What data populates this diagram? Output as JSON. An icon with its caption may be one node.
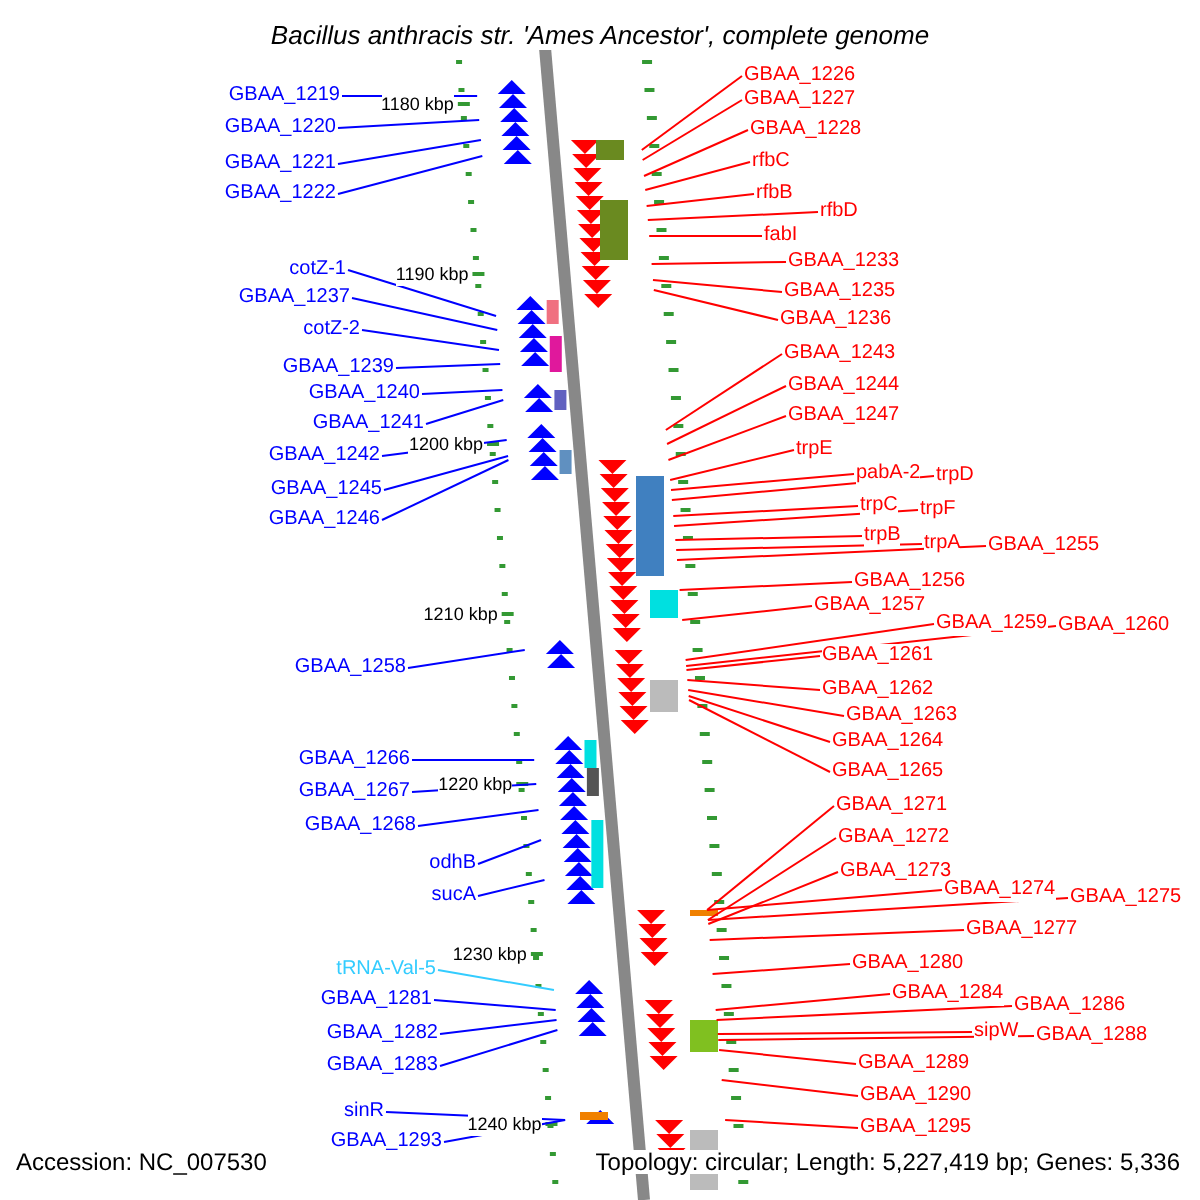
{
  "diagram": {
    "title": "Bacillus anthracis str. 'Ames Ancestor', complete genome",
    "nodes": [
      {
        "text": [
          "GBAA_1219"
        ]
      },
      {
        "text": [
          "GBAA_1220"
        ]
      },
      {
        "text": [
          "GBAA_1221"
        ]
      },
      {
        "text": [
          "GBAA_1222"
        ]
      },
      {
        "text": [
          "cotZ-1"
        ]
      },
      {
        "text": [
          "GBAA_1237"
        ]
      },
      {
        "text": [
          "cotZ-2"
        ]
      },
      {
        "text": [
          "GBAA_1239"
        ]
      },
      {
        "text": [
          "GBAA_1240"
        ]
      },
      {
        "text": [
          "GBAA_1241"
        ]
      },
      {
        "text": [
          "GBAA_1242"
        ]
      },
      {
        "text": [
          "GBAA_1245"
        ]
      },
      {
        "text": [
          "GBAA_1246"
        ]
      },
      {
        "text": [
          "GBAA_1258"
        ]
      },
      {
        "text": [
          "GBAA_1266"
        ]
      },
      {
        "text": [
          "GBAA_1267"
        ]
      },
      {
        "text": [
          "GBAA_1268"
        ]
      },
      {
        "text": [
          "odhB"
        ]
      },
      {
        "text": [
          "sucA"
        ]
      },
      {
        "text": [
          "tRNA-Val-5"
        ]
      },
      {
        "text": [
          "GBAA_1281"
        ]
      },
      {
        "text": [
          "GBAA_1282"
        ]
      },
      {
        "text": [
          "GBAA_1283"
        ]
      },
      {
        "text": [
          "sinR"
        ]
      },
      {
        "text": [
          "GBAA_1293"
        ]
      },
      {
        "text": [
          "GBAA_1226"
        ]
      },
      {
        "text": [
          "GBAA_1227"
        ]
      },
      {
        "text": [
          "GBAA_1228"
        ]
      },
      {
        "text": [
          "rfbC"
        ]
      },
      {
        "text": [
          "rfbB"
        ]
      },
      {
        "text": [
          "rfbD"
        ]
      },
      {
        "text": [
          "fabI"
        ]
      },
      {
        "text": [
          "GBAA_1233"
        ]
      },
      {
        "text": [
          "GBAA_1235"
        ]
      },
      {
        "text": [
          "GBAA_1236"
        ]
      },
      {
        "text": [
          "GBAA_1243"
        ]
      },
      {
        "text": [
          "GBAA_1244"
        ]
      },
      {
        "text": [
          "GBAA_1247"
        ]
      },
      {
        "text": [
          "trpE"
        ]
      },
      {
        "text": [
          "pabA-2"
        ]
      },
      {
        "text": [
          "trpD"
        ]
      },
      {
        "text": [
          "trpC"
        ]
      },
      {
        "text": [
          "trpF"
        ]
      },
      {
        "text": [
          "trpB"
        ]
      },
      {
        "text": [
          "trpA"
        ]
      },
      {
        "text": [
          "GBAA_1255"
        ]
      },
      {
        "text": [
          "GBAA_1256"
        ]
      },
      {
        "text": [
          "GBAA_1257"
        ]
      },
      {
        "text": [
          "GBAA_1259"
        ]
      },
      {
        "text": [
          "GBAA_1260"
        ]
      },
      {
        "text": [
          "GBAA_1261"
        ]
      },
      {
        "text": [
          "GBAA_1262"
        ]
      },
      {
        "text": [
          "GBAA_1263"
        ]
      },
      {
        "text": [
          "GBAA_1264"
        ]
      },
      {
        "text": [
          "GBAA_1265"
        ]
      },
      {
        "text": [
          "GBAA_1271"
        ]
      },
      {
        "text": [
          "GBAA_1272"
        ]
      },
      {
        "text": [
          "GBAA_1273"
        ]
      },
      {
        "text": [
          "GBAA_1274"
        ]
      },
      {
        "text": [
          "GBAA_1275"
        ]
      },
      {
        "text": [
          "GBAA_1277"
        ]
      },
      {
        "text": [
          "GBAA_1280"
        ]
      },
      {
        "text": [
          "GBAA_1284"
        ]
      },
      {
        "text": [
          "GBAA_1286"
        ]
      },
      {
        "text": [
          "sipW"
        ]
      },
      {
        "text": [
          "GBAA_1288"
        ]
      },
      {
        "text": [
          "GBAA_1289"
        ]
      },
      {
        "text": [
          "GBAA_1290"
        ]
      },
      {
        "text": [
          "GBAA_1295"
        ]
      }
    ],
    "edges": [
      {
        "from": 0,
        "to": null,
        "arrow": "none",
        "color": "#0000ff"
      },
      {
        "from": 1,
        "to": null,
        "arrow": "none",
        "color": "#0000ff"
      },
      {
        "from": 2,
        "to": null,
        "arrow": "none",
        "color": "#0000ff"
      },
      {
        "from": 3,
        "to": null,
        "arrow": "none",
        "color": "#0000ff"
      },
      {
        "from": 4,
        "to": null,
        "arrow": "none",
        "color": "#0000ff"
      },
      {
        "from": 5,
        "to": null,
        "arrow": "none",
        "color": "#0000ff"
      },
      {
        "from": 6,
        "to": null,
        "arrow": "none",
        "color": "#0000ff"
      },
      {
        "from": 7,
        "to": null,
        "arrow": "none",
        "color": "#0000ff"
      },
      {
        "from": 8,
        "to": null,
        "arrow": "none",
        "color": "#0000ff"
      },
      {
        "from": 9,
        "to": null,
        "arrow": "none",
        "color": "#0000ff"
      },
      {
        "from": 10,
        "to": null,
        "arrow": "none",
        "color": "#0000ff"
      },
      {
        "from": 11,
        "to": null,
        "arrow": "none",
        "color": "#0000ff"
      },
      {
        "from": 12,
        "to": null,
        "arrow": "none",
        "color": "#0000ff"
      },
      {
        "from": 13,
        "to": null,
        "arrow": "none",
        "color": "#0000ff"
      },
      {
        "from": 14,
        "to": null,
        "arrow": "none",
        "color": "#0000ff"
      },
      {
        "from": 15,
        "to": null,
        "arrow": "none",
        "color": "#0000ff"
      },
      {
        "from": 16,
        "to": null,
        "arrow": "none",
        "color": "#0000ff"
      },
      {
        "from": 17,
        "to": null,
        "arrow": "none",
        "color": "#0000ff"
      },
      {
        "from": 18,
        "to": null,
        "arrow": "none",
        "color": "#0000ff"
      },
      {
        "from": 19,
        "to": null,
        "arrow": "none",
        "color": "#33ccff"
      },
      {
        "from": 20,
        "to": null,
        "arrow": "none",
        "color": "#0000ff"
      },
      {
        "from": 21,
        "to": null,
        "arrow": "none",
        "color": "#0000ff"
      },
      {
        "from": 22,
        "to": null,
        "arrow": "none",
        "color": "#0000ff"
      },
      {
        "from": 23,
        "to": null,
        "arrow": "none",
        "color": "#0000ff"
      },
      {
        "from": 24,
        "to": null,
        "arrow": "none",
        "color": "#0000ff"
      },
      {
        "from": 25,
        "to": null,
        "arrow": "none"
      },
      {
        "from": 26,
        "to": null,
        "arrow": "none"
      },
      {
        "from": 27,
        "to": null,
        "arrow": "none"
      },
      {
        "from": 28,
        "to": null,
        "arrow": "none"
      },
      {
        "from": 29,
        "to": null,
        "arrow": "none"
      },
      {
        "from": 30,
        "to": null,
        "arrow": "none"
      },
      {
        "from": 31,
        "to": null,
        "arrow": "none"
      },
      {
        "from": 32,
        "to": null,
        "arrow": "none"
      },
      {
        "from": 33,
        "to": null,
        "arrow": "none"
      },
      {
        "from": 34,
        "to": null,
        "arrow": "none"
      },
      {
        "from": 35,
        "to": null,
        "arrow": "none"
      },
      {
        "from": 36,
        "to": null,
        "arrow": "none"
      },
      {
        "from": 37,
        "to": null,
        "arrow": "none"
      },
      {
        "from": 38,
        "to": null,
        "arrow": "none"
      },
      {
        "from": 39,
        "to": null,
        "arrow": "none"
      },
      {
        "from": 40,
        "to": null,
        "arrow": "none"
      },
      {
        "from": 41,
        "to": null,
        "arrow": "none"
      },
      {
        "from": 42,
        "to": null,
        "arrow": "none"
      },
      {
        "from": 43,
        "to": null,
        "arrow": "none"
      },
      {
        "from": 44,
        "to": null,
        "arrow": "none"
      },
      {
        "from": 45,
        "to": null,
        "arrow": "none"
      },
      {
        "from": 46,
        "to": null,
        "arrow": "none"
      },
      {
        "from": 47,
        "to": null,
        "arrow": "none"
      },
      {
        "from": 48,
        "to": null,
        "arrow": "none"
      },
      {
        "from": 49,
        "to": null,
        "arrow": "none"
      },
      {
        "from": 50,
        "to": null,
        "arrow": "none"
      },
      {
        "from": 51,
        "to": null,
        "arrow": "none"
      },
      {
        "from": 52,
        "to": null,
        "arrow": "none"
      },
      {
        "from": 53,
        "to": null,
        "arrow": "none"
      },
      {
        "from": 54,
        "to": null,
        "arrow": "none"
      },
      {
        "from": 55,
        "to": null,
        "arrow": "none"
      },
      {
        "from": 56,
        "to": null,
        "arrow": "none"
      },
      {
        "from": 57,
        "to": null,
        "arrow": "none"
      },
      {
        "from": 58,
        "to": null,
        "arrow": "none"
      },
      {
        "from": 59,
        "to": null,
        "arrow": "none"
      },
      {
        "from": 60,
        "to": null,
        "arrow": "none"
      },
      {
        "from": 61,
        "to": null,
        "arrow": "none"
      },
      {
        "from": 62,
        "to": null,
        "arrow": "none"
      },
      {
        "from": 63,
        "to": null,
        "arrow": "none"
      },
      {
        "from": 64,
        "to": null,
        "arrow": "none"
      },
      {
        "from": 65,
        "to": null,
        "arrow": "none"
      },
      {
        "from": 66,
        "to": null,
        "arrow": "none"
      },
      {
        "from": 67,
        "to": null,
        "arrow": "none"
      },
      {
        "from": 68,
        "to": null,
        "arrow": "none"
      }
    ],
    "labels": [
      "1180 kbp",
      "1190 kbp",
      "1200 kbp",
      "1210 kbp",
      "1220 kbp",
      "1230 kbp",
      "1240 kbp",
      "Accession: NC_007530",
      "Topology: circular; Length: 5,227,419 bp; Genes: 5,336"
    ]
  }
}
